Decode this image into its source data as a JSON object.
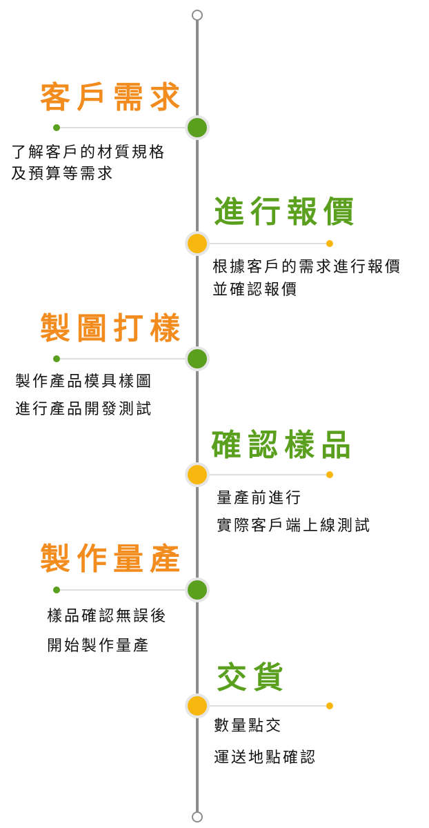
{
  "steps": [
    {
      "title": "客戶需求",
      "desc": [
        "了解客戶的材質規格",
        "及預算等需求"
      ]
    },
    {
      "title": "進行報價",
      "desc": [
        "根據客戶的需求進行報價",
        "並確認報價"
      ]
    },
    {
      "title": "製圖打樣",
      "desc": [
        "製作產品模具樣圖",
        "進行產品開發測試"
      ]
    },
    {
      "title": "確認樣品",
      "desc": [
        "量產前進行",
        "實際客戶端上線測試"
      ]
    },
    {
      "title": "製作量產",
      "desc": [
        "樣品確認無誤後",
        "開始製作量產"
      ]
    },
    {
      "title": "交貨",
      "desc": [
        "數量點交",
        "運送地點確認"
      ]
    }
  ],
  "colors": {
    "orange": "#f28c1e",
    "green": "#5aa01e",
    "yellow": "#f7b70f",
    "axis": "#8c8c8c"
  }
}
